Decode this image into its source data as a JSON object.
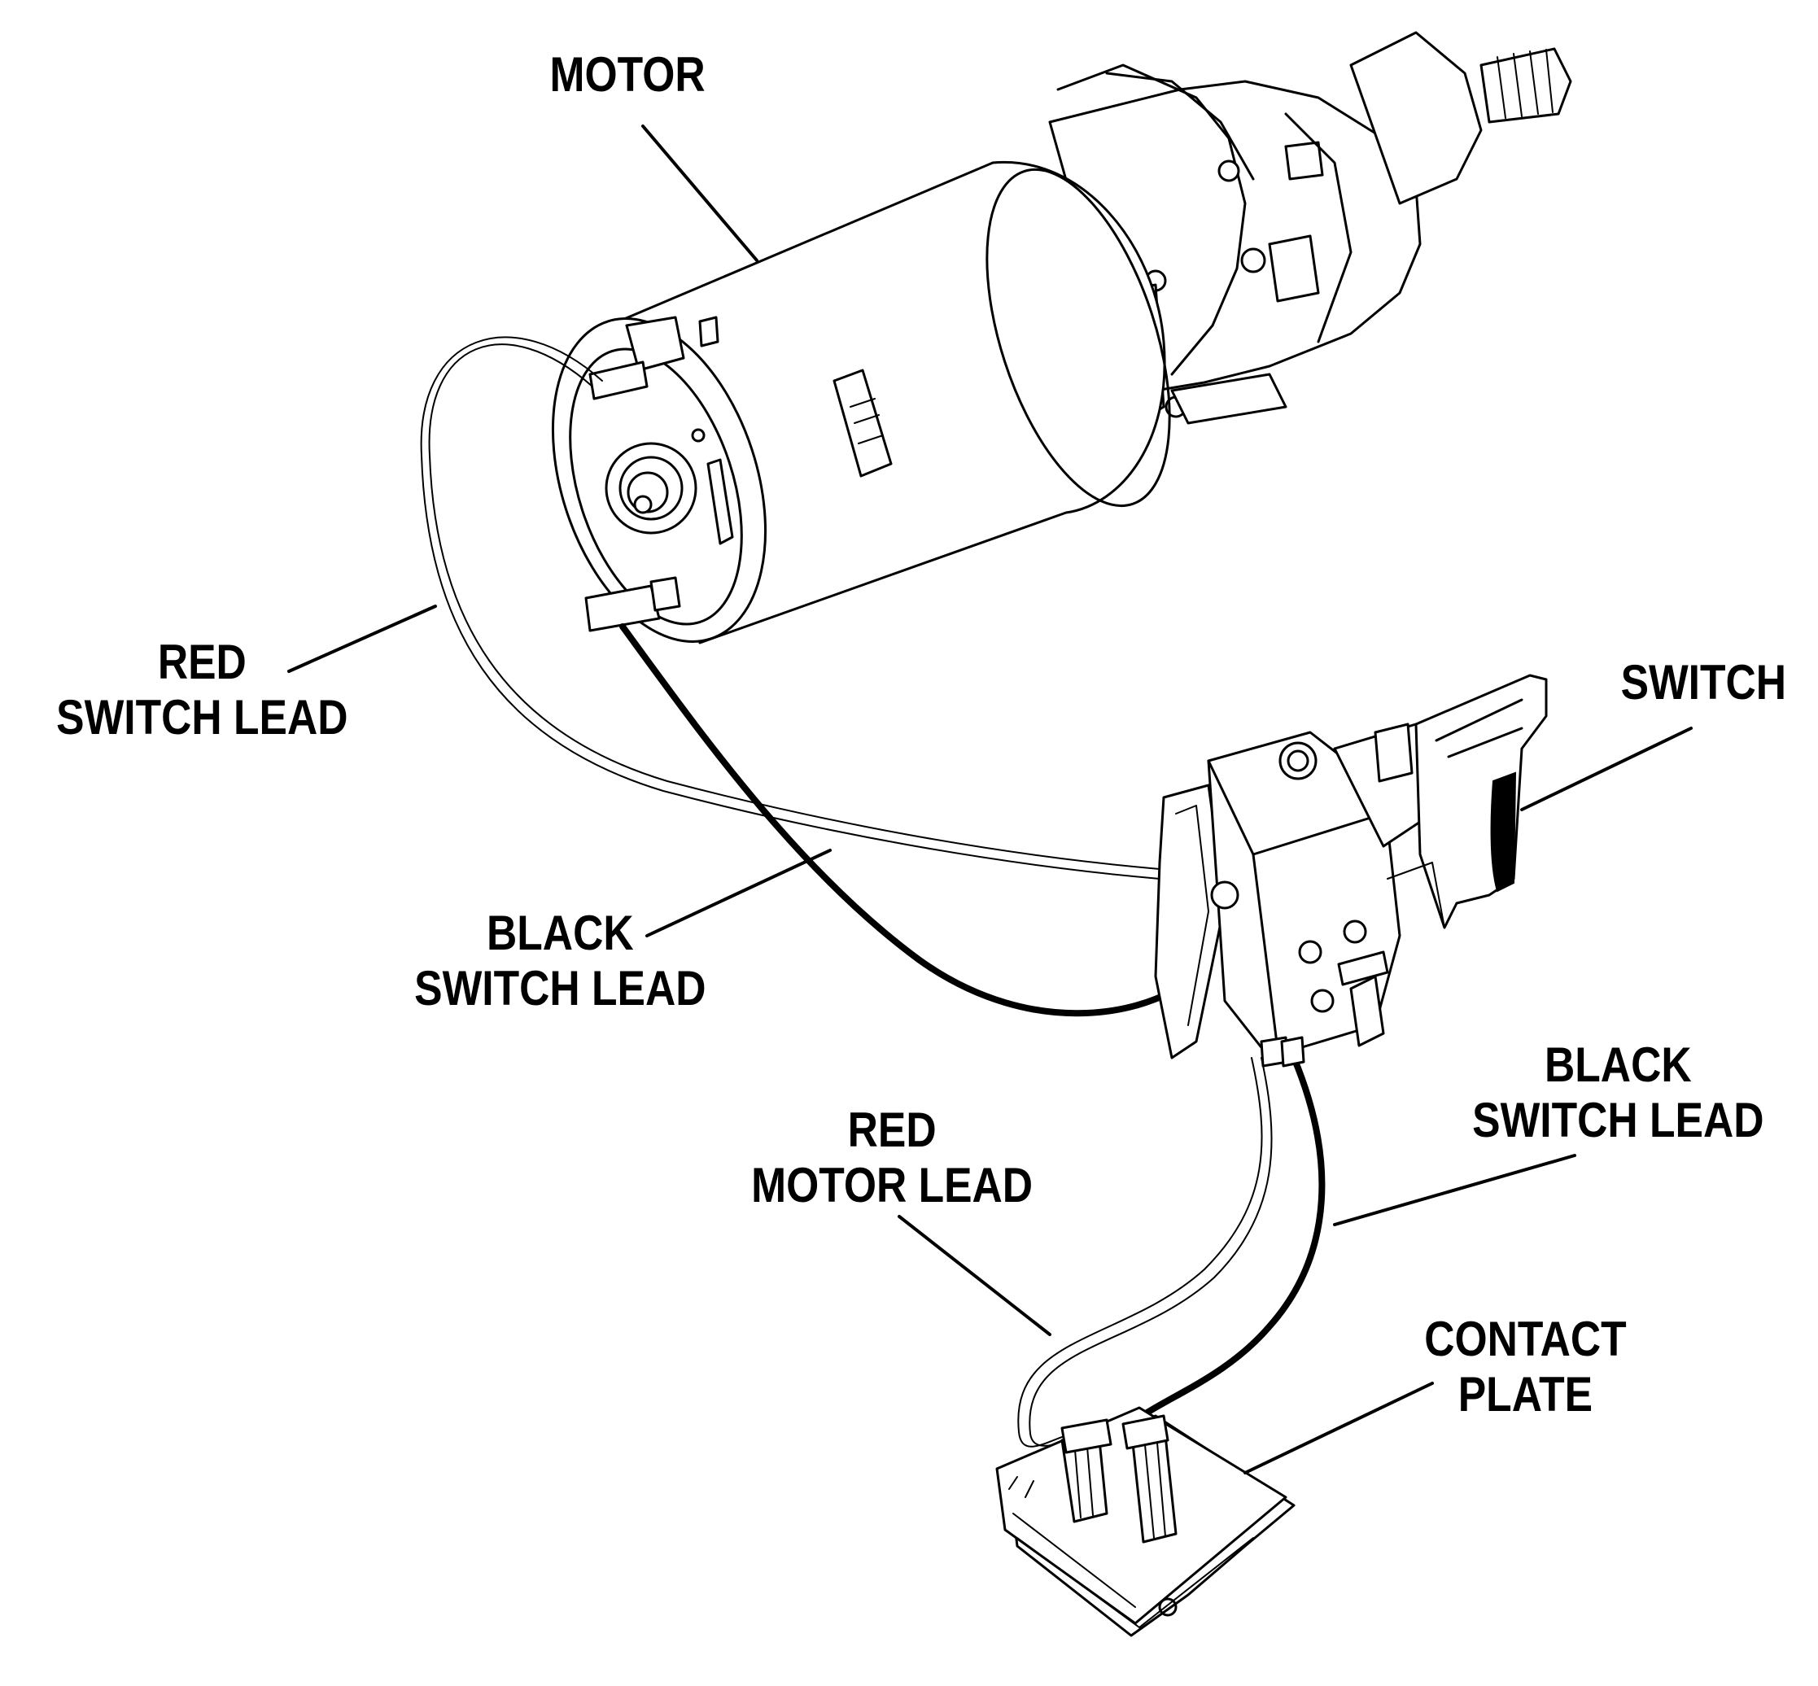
{
  "labels": {
    "motor": "MOTOR",
    "switch": "SWITCH",
    "red_switch_lead": [
      "RED",
      "SWITCH LEAD"
    ],
    "black_switch_lead_upper": [
      "BLACK",
      "SWITCH LEAD"
    ],
    "red_motor_lead": [
      "RED",
      "MOTOR LEAD"
    ],
    "black_switch_lead_lower": [
      "BLACK",
      "SWITCH LEAD"
    ],
    "contact_plate": [
      "CONTACT",
      "PLATE"
    ]
  },
  "colors": {
    "ink": "#000000",
    "paper": "#ffffff"
  }
}
